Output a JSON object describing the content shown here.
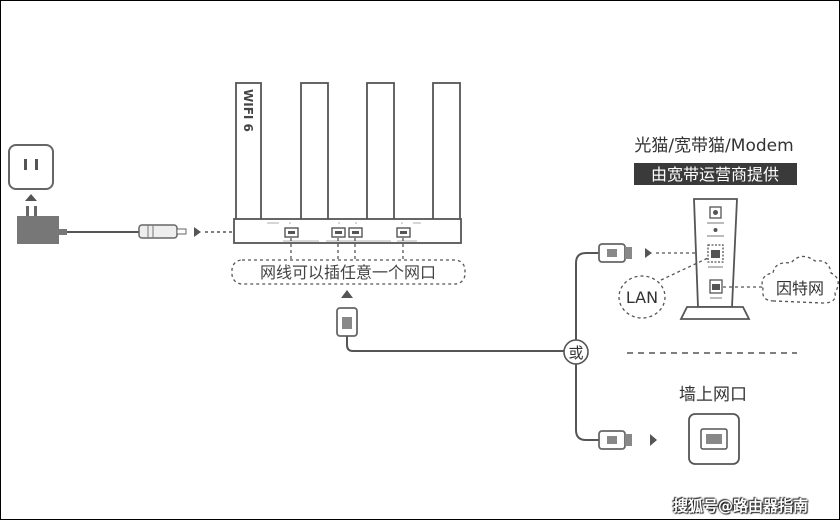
{
  "router": {
    "brand_label": "WIFI 6",
    "port_hint": "网线可以插任意一个网口"
  },
  "modem": {
    "title": "光猫/宽带猫/Modem",
    "subtitle": "由宽带运营商提供",
    "lan_bubble": "LAN",
    "internet_bubble": "因特网"
  },
  "connector": {
    "or_label": "或"
  },
  "wall": {
    "label": "墙上网口"
  },
  "watermark": "搜狐号@路由器指南",
  "colors": {
    "line": "#555555",
    "subtitle_bg": "#3a3a3a",
    "ethernet": "#888888"
  }
}
